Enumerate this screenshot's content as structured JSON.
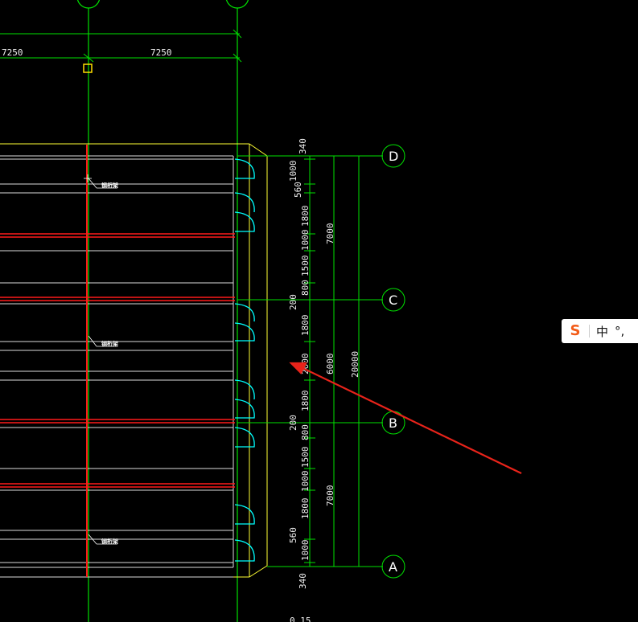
{
  "drawing": {
    "top_dims": [
      "7250",
      "7250"
    ],
    "grid_rows": [
      {
        "label": "D"
      },
      {
        "label": "C"
      },
      {
        "label": "B"
      },
      {
        "label": "A"
      }
    ],
    "dims_vertical_1": [
      "340",
      "1000",
      "560",
      "1800",
      "1000",
      "1500",
      "800",
      "200",
      "1800",
      "2000",
      "1800",
      "200",
      "800",
      "1500",
      "1000",
      "1800",
      "560",
      "1000",
      "340"
    ],
    "dims_vertical_2": [
      "7000",
      "6000",
      "7000"
    ],
    "dims_total": "20000",
    "bottom_text": "0.15",
    "note_text": "钢桁架"
  },
  "ime": {
    "logo": "S",
    "mode": "中",
    "punct": "°,"
  },
  "colors": {
    "background": "#000000",
    "axis_green": "#00e000",
    "beam_red": "#ff1a1a",
    "outline_yellow": "#ffff33",
    "arc_cyan": "#00ffff",
    "arrow_red": "#e8231a"
  }
}
